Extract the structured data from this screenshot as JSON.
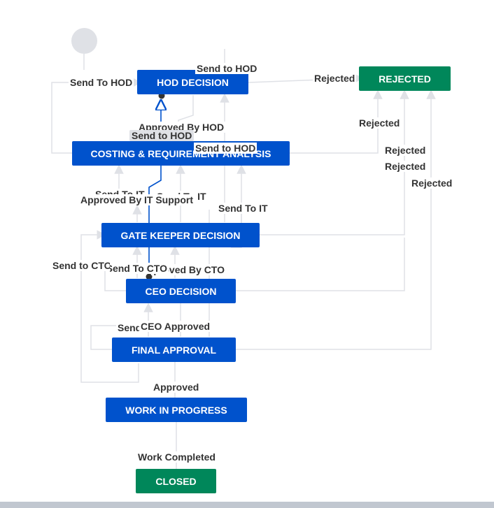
{
  "nodes": {
    "hod_decision": "HOD DECISION",
    "rejected": "REJECTED",
    "costing": "COSTING & REQUIREMENT ANALYSIS",
    "gate_keeper": "GATE KEEPER DECISION",
    "ceo_decision": "CEO DECISION",
    "final_approval": "FINAL APPROVAL",
    "work_in_progress": "WORK IN PROGRESS",
    "closed": "CLOSED"
  },
  "transitions": {
    "send_to_hod_left": "Send To HOD",
    "send_to_hod_top": "Send to HOD",
    "rejected_top": "Rejected",
    "rejected_1": "Rejected",
    "rejected_2": "Rejected",
    "rejected_3": "Rejected",
    "rejected_4": "Rejected",
    "approved_by_hod": "Approved By HOD",
    "send_to_hod_gray": "Send to HOD",
    "send_to_hod_mid": "Send to HOD",
    "send_to_it_1": "Send To IT",
    "send_to_it_2": "Send To IT",
    "send_to_it_3": "Send To IT",
    "approved_by_it_support": "Approved By IT Support",
    "send_to_cto_left": "Send to CTO",
    "send_to_cto_mid": "Send To CTO",
    "approved_by_cto": "Approved By CTO",
    "send_short": "Send",
    "ceo_approved": "CEO Approved",
    "approved": "Approved",
    "work_completed": "Work Completed"
  },
  "colors": {
    "status_blue": "#0052cc",
    "status_green": "#00875a",
    "edge_gray": "#dfe1e6",
    "selected_edge": "#0052cc"
  }
}
